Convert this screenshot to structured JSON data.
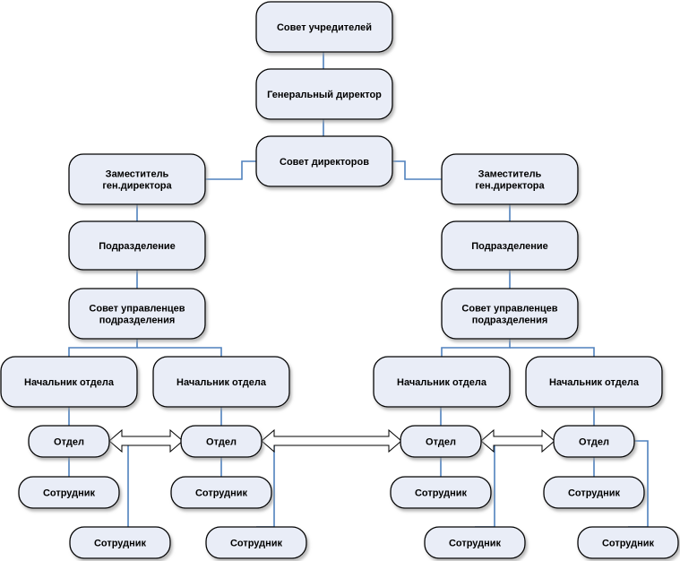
{
  "diagram": {
    "colors": {
      "box_fill": "#e9edf7",
      "box_stroke": "#000000",
      "connector": "#4f81bd",
      "arrow_fill": "#ffffff",
      "arrow_stroke": "#000000",
      "shadow": "#9a9a9a"
    },
    "nodes": {
      "founders_council": "Совет учредителей",
      "general_director": "Генеральный директор",
      "board_of_directors": "Совет директоров",
      "deputy_left": [
        "Заместитель",
        "ген.директора"
      ],
      "deputy_right": [
        "Заместитель",
        "ген.директора"
      ],
      "division_left": "Подразделение",
      "division_right": "Подразделение",
      "managers_council_left": [
        "Совет управленцев",
        "подразделения"
      ],
      "managers_council_right": [
        "Совет управленцев",
        "подразделения"
      ],
      "dept_head_1": "Начальник отдела",
      "dept_head_2": "Начальник отдела",
      "dept_head_3": "Начальник отдела",
      "dept_head_4": "Начальник отдела",
      "department_1": "Отдел",
      "department_2": "Отдел",
      "department_3": "Отдел",
      "department_4": "Отдел",
      "employee_1a": "Сотрудник",
      "employee_2a": "Сотрудник",
      "employee_3a": "Сотрудник",
      "employee_4a": "Сотрудник",
      "employee_1b": "Сотрудник",
      "employee_2b": "Сотрудник",
      "employee_3b": "Сотрудник",
      "employee_4b": "Сотрудник"
    }
  }
}
